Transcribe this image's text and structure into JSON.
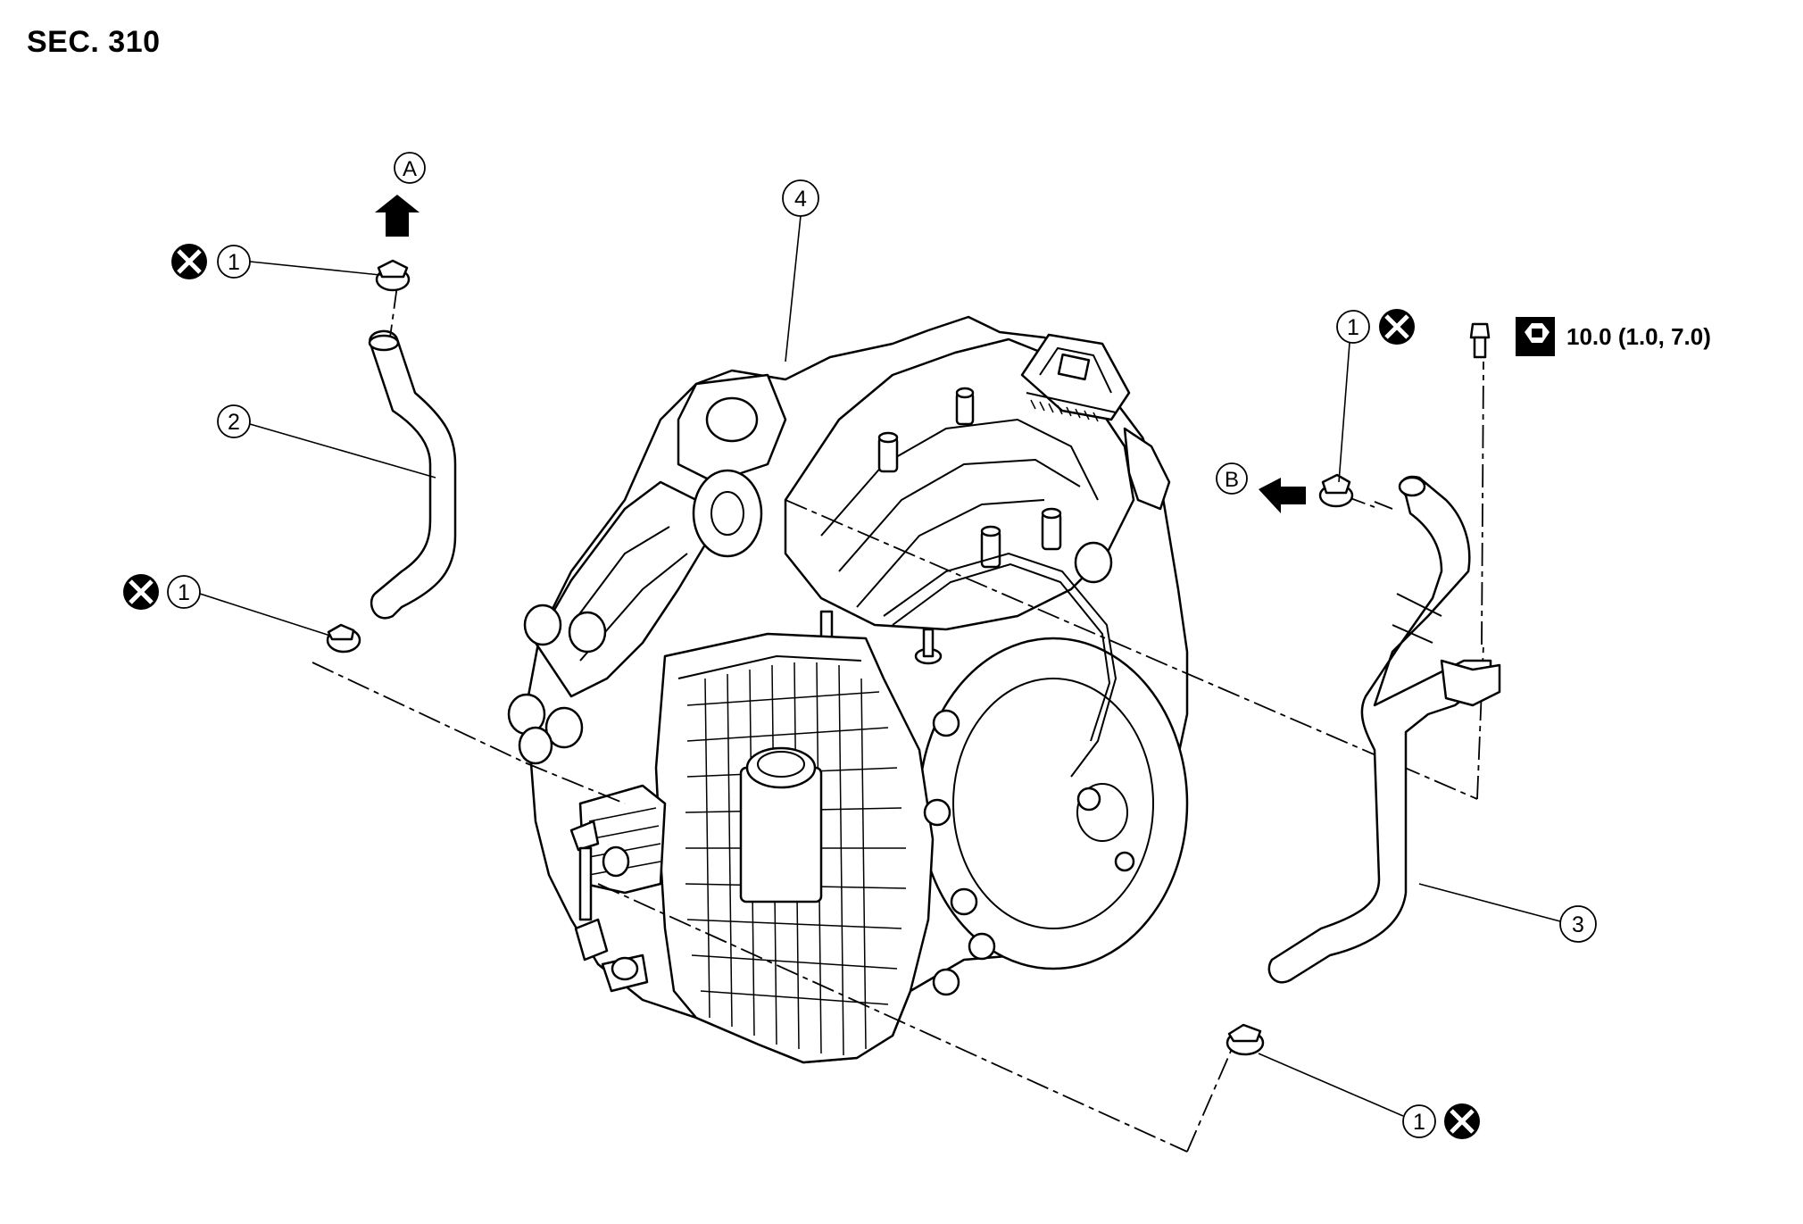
{
  "section_label": "SEC. 310",
  "callouts": {
    "clamp": "1",
    "hose_upper": "2",
    "hose_lower": "3",
    "transaxle": "4"
  },
  "direction_arrows": {
    "a": "A",
    "b": "B"
  },
  "torque": {
    "value": "10.0 (1.0, 7.0)",
    "icon": "torque-wrench-icon"
  },
  "icons": {
    "do_not_reuse": "do-not-reuse-icon"
  }
}
